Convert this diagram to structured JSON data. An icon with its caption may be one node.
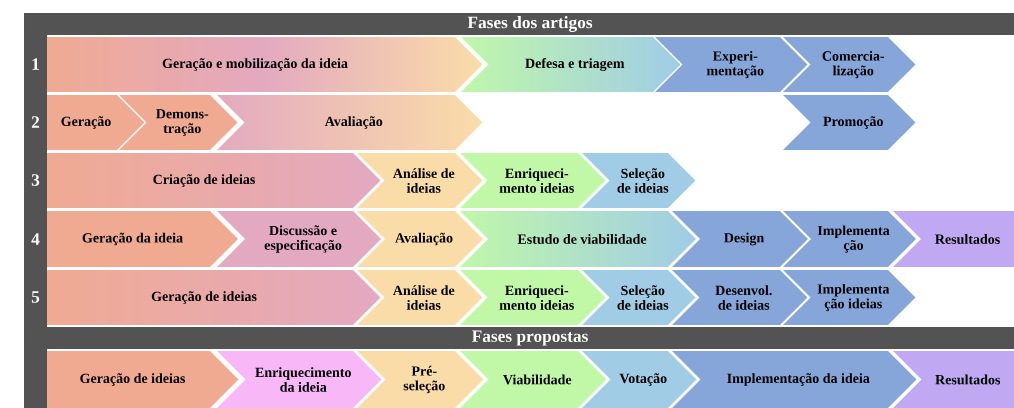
{
  "diagram": {
    "nodes": [
      {
        "text": [
          "Fases dos artigos"
        ]
      },
      {
        "text": [
          "Geração e mobilização da ideia"
        ]
      },
      {
        "text": [
          "Defesa e triagem"
        ]
      },
      {
        "text": [
          "Experi- mentação"
        ]
      },
      {
        "text": [
          "Comercia- lização"
        ]
      },
      {
        "text": [
          "Geração"
        ]
      },
      {
        "text": [
          "Demons- tração"
        ]
      },
      {
        "text": [
          "Avaliação"
        ]
      },
      {
        "text": [
          "Promoção"
        ]
      },
      {
        "text": [
          "Criação de ideias"
        ]
      },
      {
        "text": [
          "Análise de ideias"
        ]
      },
      {
        "text": [
          "Enriqueci- mento ideias"
        ]
      },
      {
        "text": [
          "Seleção de ideias"
        ]
      },
      {
        "text": [
          "Geração da ideia"
        ]
      },
      {
        "text": [
          "Discussão e especificação"
        ]
      },
      {
        "text": [
          "Avaliação"
        ]
      },
      {
        "text": [
          "Estudo de viabilidade"
        ]
      },
      {
        "text": [
          "Design"
        ]
      },
      {
        "text": [
          "Implementa ção"
        ]
      },
      {
        "text": [
          "Resultados"
        ]
      },
      {
        "text": [
          "Geração de ideias"
        ]
      },
      {
        "text": [
          "Análise de ideias"
        ]
      },
      {
        "text": [
          "Enriqueci- mento ideias"
        ]
      },
      {
        "text": [
          "Seleção de ideias"
        ]
      },
      {
        "text": [
          "Desenvol. de ideias"
        ]
      },
      {
        "text": [
          "Implementa ção ideias"
        ]
      },
      {
        "text": [
          "Fases propostas"
        ]
      },
      {
        "text": [
          "Geração de ideias"
        ]
      },
      {
        "text": [
          "Enriquecimento da ideia"
        ]
      },
      {
        "text": [
          "Pré- seleção"
        ]
      },
      {
        "text": [
          "Viabilidade"
        ]
      },
      {
        "text": [
          "Votação"
        ]
      },
      {
        "text": [
          "Implementação da ideia"
        ]
      },
      {
        "text": [
          "Resultados"
        ]
      }
    ],
    "labels": [
      "1",
      "2",
      "3",
      "4",
      "5"
    ]
  }
}
